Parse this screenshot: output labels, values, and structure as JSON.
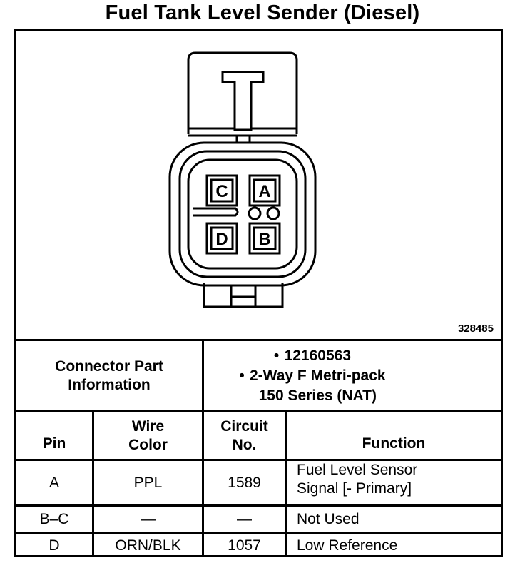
{
  "title": "Fuel Tank Level Sender (Diesel)",
  "figure_id": "328485",
  "connector": {
    "pins": [
      "C",
      "A",
      "D",
      "B"
    ]
  },
  "part_info": {
    "label_line1": "Connector Part",
    "label_line2": "Information",
    "part_number": "12160563",
    "description_line1": "2-Way F Metri-pack",
    "description_line2": "150 Series (NAT)"
  },
  "table": {
    "headers": {
      "pin": "Pin",
      "wire_line1": "Wire",
      "wire_line2": "Color",
      "circuit_line1": "Circuit",
      "circuit_line2": "No.",
      "function": "Function"
    },
    "rows": [
      {
        "pin": "A",
        "color": "PPL",
        "circuit": "1589",
        "function_line1": "Fuel Level Sensor",
        "function_line2": "Signal [- Primary]"
      },
      {
        "pin": "B–C",
        "color": "—",
        "circuit": "—",
        "function_line1": "Not Used",
        "function_line2": ""
      },
      {
        "pin": "D",
        "color": "ORN/BLK",
        "circuit": "1057",
        "function_line1": "Low Reference",
        "function_line2": ""
      }
    ]
  }
}
